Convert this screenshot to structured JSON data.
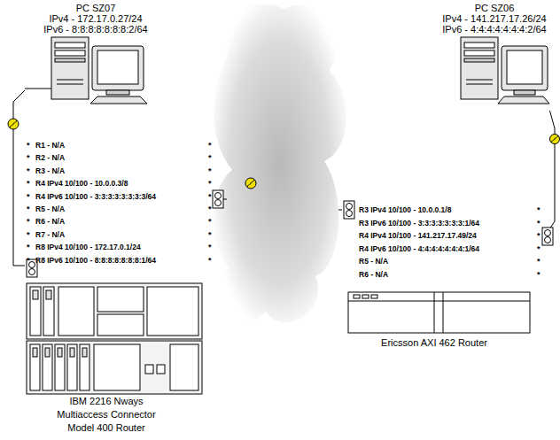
{
  "diagram": {
    "nodes": [
      {
        "text": [
          "PC SZ07",
          "IPv4 - 172.17.0.27/24",
          "IPv6 - 8:8:8:8:8:8:8:2/64"
        ]
      },
      {
        "text": [
          "R1 - N/A",
          "R2 - N/A",
          "R3 - N/A",
          "R4 IPv4 10/100 - 10.0.0.3/8",
          "R4 IPv6 10/100 - 3:3:3:3:3:3:3:3/64",
          "R5 - N/A",
          "R6 - N/A",
          "R7 - N/A",
          "R8 IPv4 10/100 - 172.17.0.1/24",
          "R8 IPv6 10/100 - 8:8:8:8:8:8:8:1/64",
          "IBM 2216 Nways Multiaccess Connector Model 400 Router"
        ]
      },
      {
        "text": [
          "R3 IPv4 10/100 - 10.0.0.1/8",
          "R3 IPv6 10/100 - 3:3:3:3:3:3:3:1/64",
          "R4 IPv4 10/100 - 141.217.17.49/24",
          "R4 IPv6 10/100 - 4:4:4:4:4:4:4:1/64",
          "R5 - N/A",
          "R6 - N/A",
          "Ericsson AXI 462 Router"
        ]
      },
      {
        "text": [
          "PC SZ06",
          "IPv4 - 141.217.17.26/24",
          "IPv6 - 4:4:4:4:4:4:4:2/64"
        ]
      }
    ],
    "edges": [
      {
        "from": 0,
        "to": 1,
        "arrow": "none"
      },
      {
        "from": 1,
        "to": 2,
        "arrow": "none"
      },
      {
        "from": 2,
        "to": 3,
        "arrow": "none"
      }
    ],
    "labels": [
      "*",
      "*",
      "*",
      "*",
      "*",
      "*",
      "*",
      "*",
      "*",
      "*",
      "*",
      "*",
      "*",
      "*",
      "*",
      "*",
      "*",
      "*",
      "*",
      "*",
      "*",
      "*",
      "*",
      "*",
      "*",
      "*"
    ]
  }
}
